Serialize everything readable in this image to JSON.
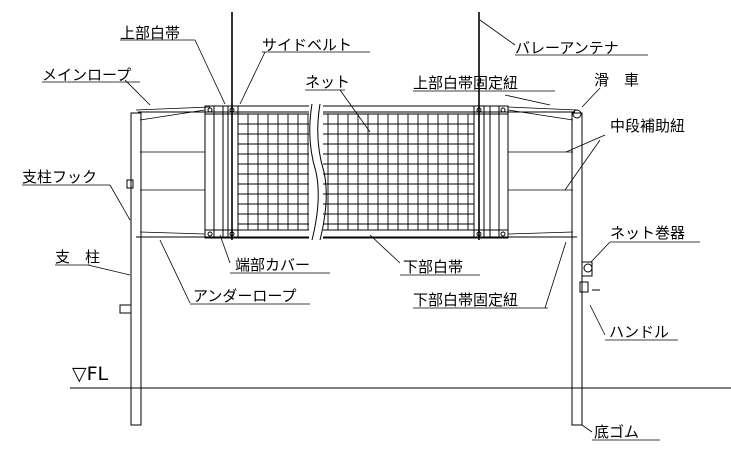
{
  "labels": {
    "upper_band": "上部白帯",
    "side_belt": "サイドベルト",
    "antenna": "バレーアンテナ",
    "main_rope": "メインロープ",
    "net": "ネット",
    "upper_band_tie": "上部白帯固定紐",
    "pulley": "滑　車",
    "middle_cord": "中段補助紐",
    "post_hook": "支柱フック",
    "net_winder": "ネット巻器",
    "post": "支　柱",
    "end_cover": "端部カバー",
    "lower_band": "下部白帯",
    "under_rope": "アンダーロープ",
    "lower_band_tie": "下部白帯固定紐",
    "handle": "ハンドル",
    "floor_level": "▽FL",
    "rubber_foot": "底ゴム"
  }
}
